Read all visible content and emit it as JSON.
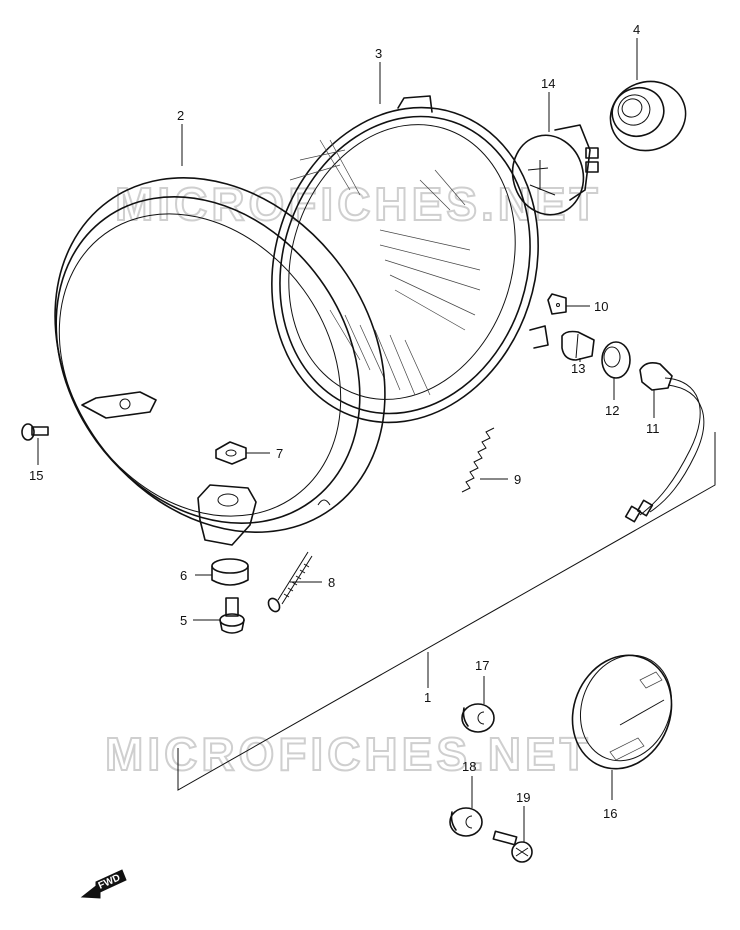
{
  "watermarks": [
    "MICROFICHES.NET",
    "MICROFICHES.NET"
  ],
  "fwd_label": "FWD",
  "callouts": [
    {
      "id": "1",
      "label": "1"
    },
    {
      "id": "2",
      "label": "2"
    },
    {
      "id": "3",
      "label": "3"
    },
    {
      "id": "4",
      "label": "4"
    },
    {
      "id": "5",
      "label": "5"
    },
    {
      "id": "6",
      "label": "6"
    },
    {
      "id": "7",
      "label": "7"
    },
    {
      "id": "8",
      "label": "8"
    },
    {
      "id": "9",
      "label": "9"
    },
    {
      "id": "10",
      "label": "10"
    },
    {
      "id": "11",
      "label": "11"
    },
    {
      "id": "12",
      "label": "12"
    },
    {
      "id": "13",
      "label": "13"
    },
    {
      "id": "14",
      "label": "14"
    },
    {
      "id": "15",
      "label": "15"
    },
    {
      "id": "16",
      "label": "16"
    },
    {
      "id": "17",
      "label": "17"
    },
    {
      "id": "18",
      "label": "18"
    },
    {
      "id": "19",
      "label": "19"
    }
  ]
}
